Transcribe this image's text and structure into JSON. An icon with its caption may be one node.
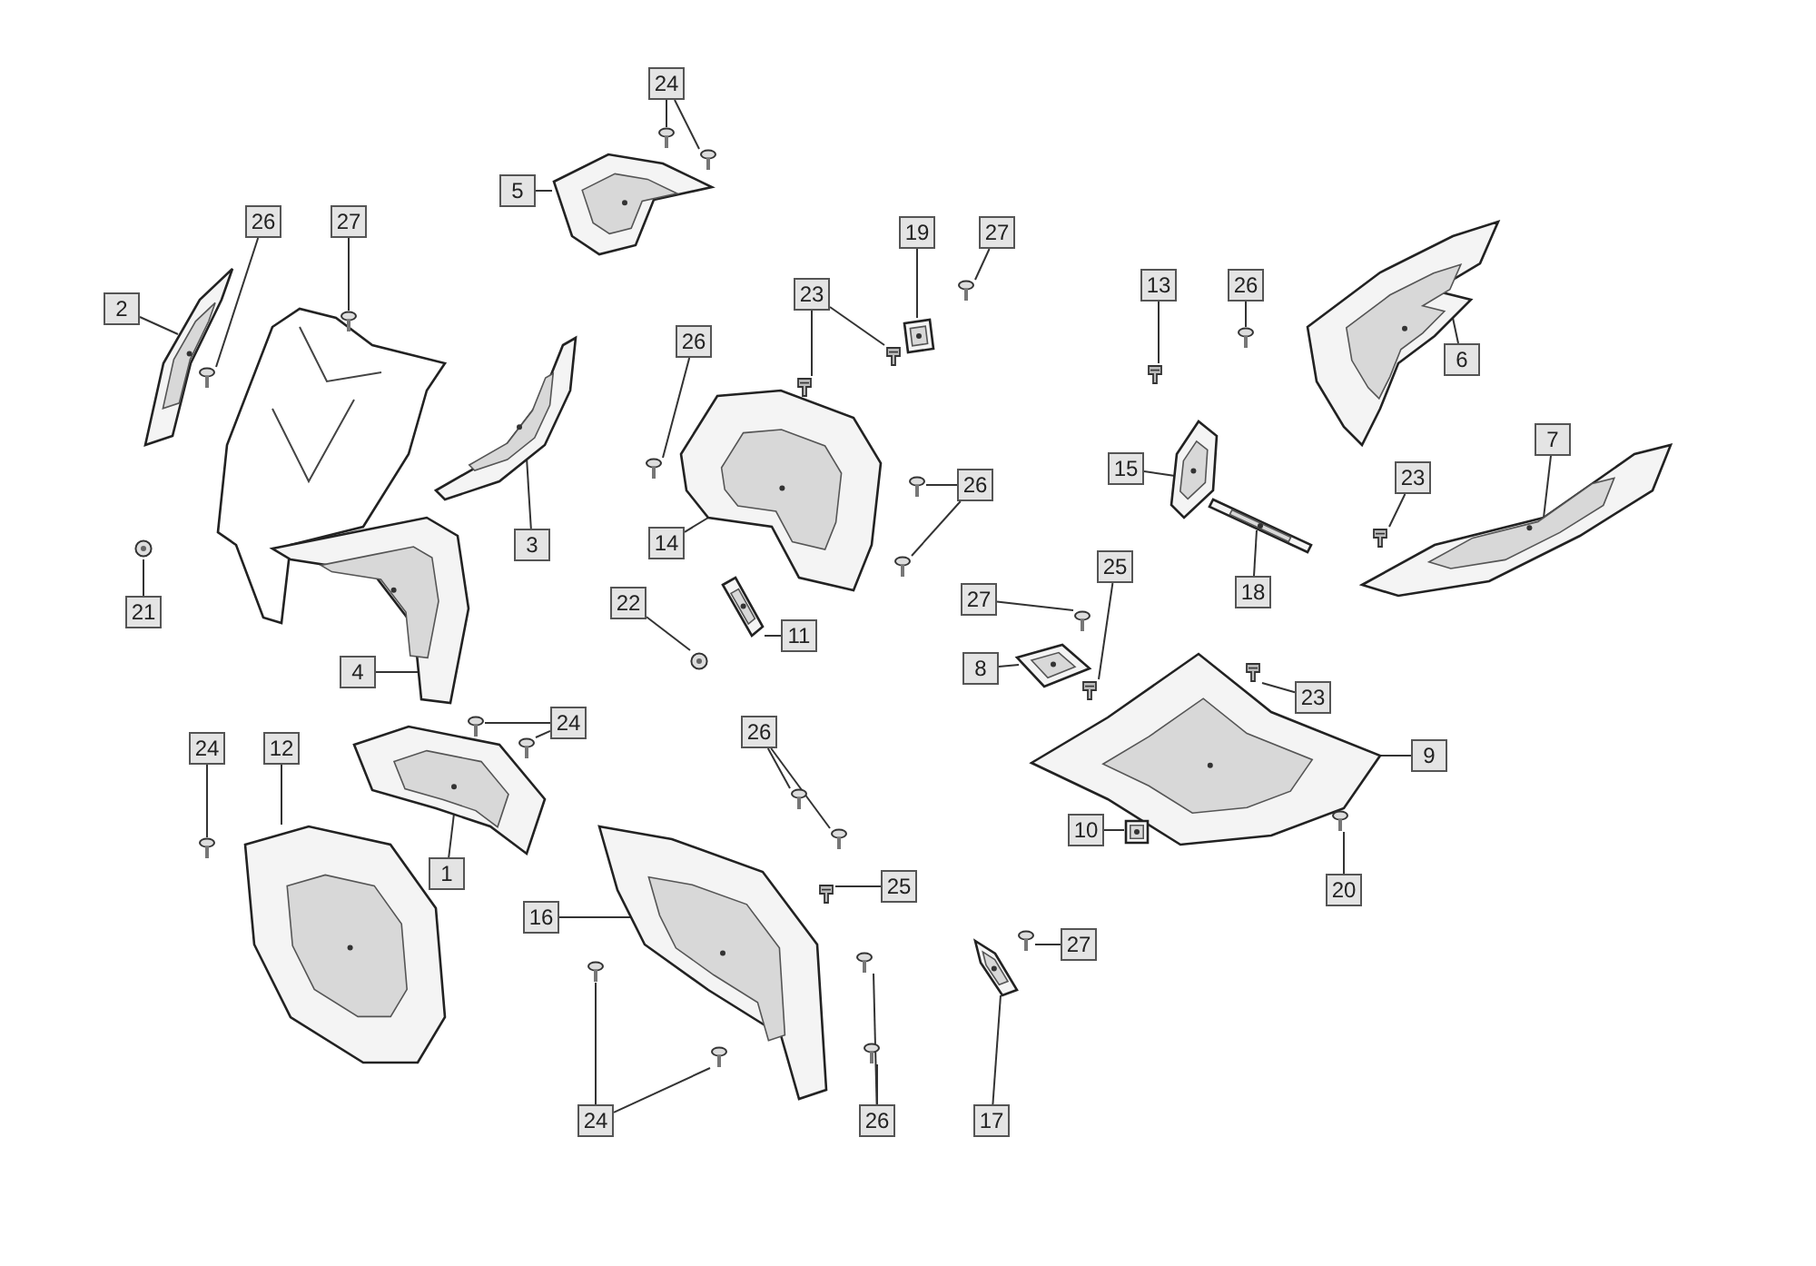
{
  "diagram": {
    "nodes": [
      {
        "text": [
          "24"
        ]
      },
      {
        "text": [],
        "shape": "picture"
      },
      {
        "text": [],
        "shape": "picture"
      },
      {
        "text": [
          "5"
        ]
      },
      {
        "text": [],
        "shape": "picture"
      },
      {
        "text": [
          "2"
        ]
      },
      {
        "text": [],
        "shape": "picture"
      },
      {
        "text": [
          "26"
        ]
      },
      {
        "text": [],
        "shape": "picture"
      },
      {
        "text": [
          "27"
        ]
      },
      {
        "text": [],
        "shape": "picture"
      },
      {
        "text": [
          "3"
        ]
      },
      {
        "text": [],
        "shape": "picture"
      },
      {
        "text": [
          "21"
        ]
      },
      {
        "text": [],
        "shape": "picture"
      },
      {
        "text": [
          "4"
        ]
      },
      {
        "text": [],
        "shape": "picture"
      },
      {
        "text": [
          "23"
        ]
      },
      {
        "text": [],
        "shape": "picture"
      },
      {
        "text": [],
        "shape": "picture"
      },
      {
        "text": [
          "19"
        ]
      },
      {
        "text": [],
        "shape": "picture"
      },
      {
        "text": [
          "27"
        ]
      },
      {
        "text": [],
        "shape": "picture"
      },
      {
        "text": [
          "26"
        ]
      },
      {
        "text": [],
        "shape": "picture"
      },
      {
        "text": [
          "14"
        ]
      },
      {
        "text": [],
        "shape": "picture"
      },
      {
        "text": [
          "26"
        ]
      },
      {
        "text": [],
        "shape": "picture"
      },
      {
        "text": [],
        "shape": "picture"
      },
      {
        "text": [
          "22"
        ]
      },
      {
        "text": [],
        "shape": "picture"
      },
      {
        "text": [
          "11"
        ]
      },
      {
        "text": [],
        "shape": "picture"
      },
      {
        "text": [
          "13"
        ]
      },
      {
        "text": [],
        "shape": "picture"
      },
      {
        "text": [
          "26"
        ]
      },
      {
        "text": [],
        "shape": "picture"
      },
      {
        "text": [
          "6"
        ]
      },
      {
        "text": [],
        "shape": "picture"
      },
      {
        "text": [
          "15"
        ]
      },
      {
        "text": [],
        "shape": "picture"
      },
      {
        "text": [
          "18"
        ]
      },
      {
        "text": [],
        "shape": "picture"
      },
      {
        "text": [
          "23"
        ]
      },
      {
        "text": [],
        "shape": "picture"
      },
      {
        "text": [
          "7"
        ]
      },
      {
        "text": [],
        "shape": "picture"
      },
      {
        "text": [
          "27"
        ]
      },
      {
        "text": [],
        "shape": "picture"
      },
      {
        "text": [
          "25"
        ]
      },
      {
        "text": [],
        "shape": "picture"
      },
      {
        "text": [
          "8"
        ]
      },
      {
        "text": [],
        "shape": "picture"
      },
      {
        "text": [
          "23"
        ]
      },
      {
        "text": [],
        "shape": "picture"
      },
      {
        "text": [
          "9"
        ]
      },
      {
        "text": [],
        "shape": "picture"
      },
      {
        "text": [
          "10"
        ]
      },
      {
        "text": [],
        "shape": "picture"
      },
      {
        "text": [
          "20"
        ]
      },
      {
        "text": [],
        "shape": "picture"
      },
      {
        "text": [
          "24"
        ]
      },
      {
        "text": [],
        "shape": "picture"
      },
      {
        "text": [],
        "shape": "picture"
      },
      {
        "text": [
          "1"
        ]
      },
      {
        "text": [],
        "shape": "picture"
      },
      {
        "text": [
          "24"
        ]
      },
      {
        "text": [],
        "shape": "picture"
      },
      {
        "text": [
          "12"
        ]
      },
      {
        "text": [],
        "shape": "picture"
      },
      {
        "text": [
          "26"
        ]
      },
      {
        "text": [],
        "shape": "picture"
      },
      {
        "text": [],
        "shape": "picture"
      },
      {
        "text": [
          "25"
        ]
      },
      {
        "text": [],
        "shape": "picture"
      },
      {
        "text": [
          "16"
        ]
      },
      {
        "text": [],
        "shape": "picture"
      },
      {
        "text": [
          "24"
        ]
      },
      {
        "text": [],
        "shape": "picture"
      },
      {
        "text": [],
        "shape": "picture"
      },
      {
        "text": [
          "26"
        ]
      },
      {
        "text": [],
        "shape": "picture"
      },
      {
        "text": [],
        "shape": "picture"
      },
      {
        "text": [
          "17"
        ]
      },
      {
        "text": [],
        "shape": "picture"
      },
      {
        "text": [
          "27"
        ]
      },
      {
        "text": [],
        "shape": "picture"
      }
    ],
    "edges": [
      {
        "from": 0,
        "to": 1,
        "arrow": "none"
      },
      {
        "from": 0,
        "to": 2,
        "arrow": "none"
      },
      {
        "from": 3,
        "to": 4,
        "arrow": "none"
      },
      {
        "from": 5,
        "to": 6,
        "arrow": "none"
      },
      {
        "from": 7,
        "to": 8,
        "arrow": "none"
      },
      {
        "from": 9,
        "to": 10,
        "arrow": "none"
      },
      {
        "from": 11,
        "to": 12,
        "arrow": "none"
      },
      {
        "from": 13,
        "to": 14,
        "arrow": "none"
      },
      {
        "from": 15,
        "to": 16,
        "arrow": "none"
      },
      {
        "from": 17,
        "to": 18,
        "arrow": "none"
      },
      {
        "from": 17,
        "to": 19,
        "arrow": "none"
      },
      {
        "from": 20,
        "to": 21,
        "arrow": "none"
      },
      {
        "from": 22,
        "to": 23,
        "arrow": "none"
      },
      {
        "from": 24,
        "to": 25,
        "arrow": "none"
      },
      {
        "from": 26,
        "to": 27,
        "arrow": "none"
      },
      {
        "from": 28,
        "to": 29,
        "arrow": "none"
      },
      {
        "from": 28,
        "to": 30,
        "arrow": "none"
      },
      {
        "from": 31,
        "to": 32,
        "arrow": "none"
      },
      {
        "from": 33,
        "to": 34,
        "arrow": "none"
      },
      {
        "from": 35,
        "to": 36,
        "arrow": "none"
      },
      {
        "from": 37,
        "to": 38,
        "arrow": "none"
      },
      {
        "from": 39,
        "to": 40,
        "arrow": "none"
      },
      {
        "from": 41,
        "to": 42,
        "arrow": "none"
      },
      {
        "from": 43,
        "to": 44,
        "arrow": "none"
      },
      {
        "from": 45,
        "to": 46,
        "arrow": "none"
      },
      {
        "from": 47,
        "to": 48,
        "arrow": "none"
      },
      {
        "from": 49,
        "to": 50,
        "arrow": "none"
      },
      {
        "from": 51,
        "to": 52,
        "arrow": "none"
      },
      {
        "from": 53,
        "to": 54,
        "arrow": "none"
      },
      {
        "from": 55,
        "to": 56,
        "arrow": "none"
      },
      {
        "from": 57,
        "to": 58,
        "arrow": "none"
      },
      {
        "from": 59,
        "to": 60,
        "arrow": "none"
      },
      {
        "from": 61,
        "to": 62,
        "arrow": "none"
      },
      {
        "from": 63,
        "to": 64,
        "arrow": "none"
      },
      {
        "from": 63,
        "to": 65,
        "arrow": "none"
      },
      {
        "from": 66,
        "to": 67,
        "arrow": "none"
      },
      {
        "from": 68,
        "to": 69,
        "arrow": "none"
      },
      {
        "from": 70,
        "to": 71,
        "arrow": "none"
      },
      {
        "from": 72,
        "to": 73,
        "arrow": "none"
      },
      {
        "from": 72,
        "to": 74,
        "arrow": "none"
      },
      {
        "from": 75,
        "to": 76,
        "arrow": "none"
      },
      {
        "from": 77,
        "to": 78,
        "arrow": "none"
      },
      {
        "from": 79,
        "to": 80,
        "arrow": "none"
      },
      {
        "from": 79,
        "to": 81,
        "arrow": "none"
      },
      {
        "from": 82,
        "to": 83,
        "arrow": "none"
      },
      {
        "from": 82,
        "to": 84,
        "arrow": "none"
      },
      {
        "from": 85,
        "to": 86,
        "arrow": "none"
      },
      {
        "from": 87,
        "to": 88,
        "arrow": "none"
      }
    ]
  }
}
